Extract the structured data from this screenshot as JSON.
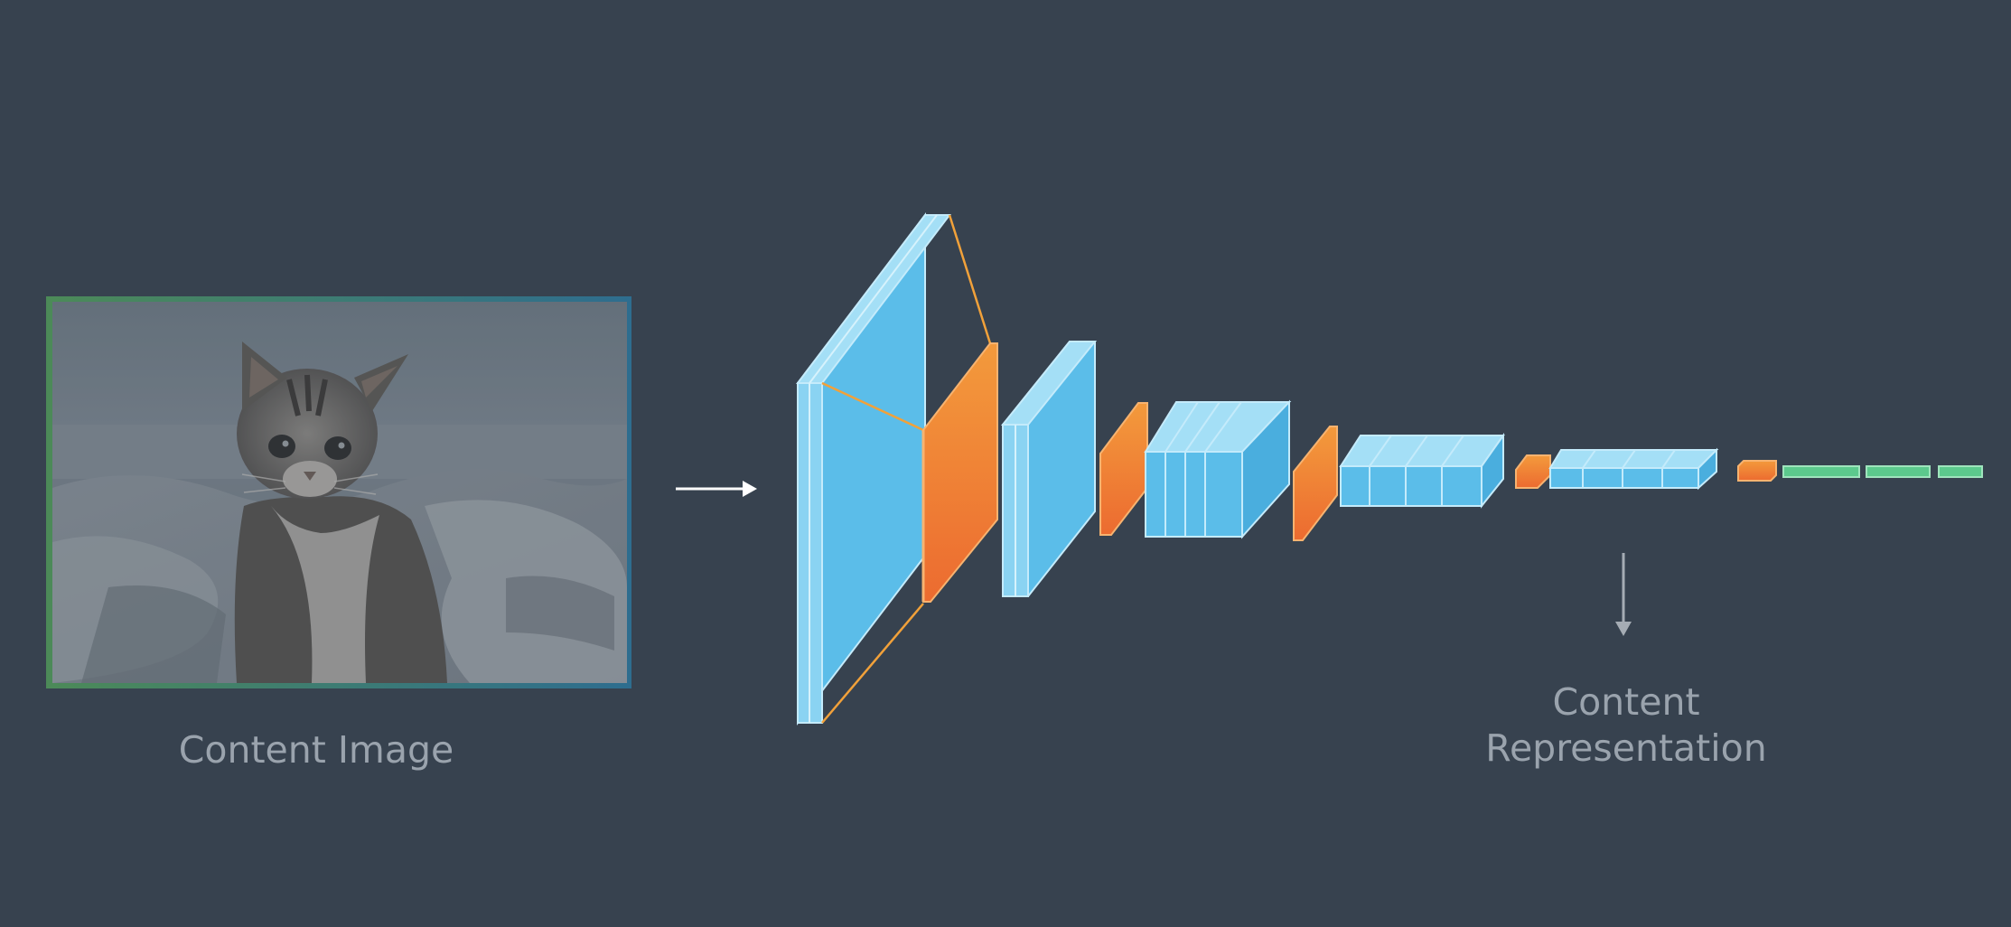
{
  "content_image": {
    "label": "Content Image"
  },
  "content_representation": {
    "label_line1": "Content",
    "label_line2": "Representation"
  },
  "colors": {
    "background": "#37424f",
    "conv_layer": "#5bbde9",
    "pool_layer": "#ef8a38",
    "fc_layer": "#5cc98d",
    "caption_text": "#9aa3ad",
    "arrow": "#ffffff"
  }
}
